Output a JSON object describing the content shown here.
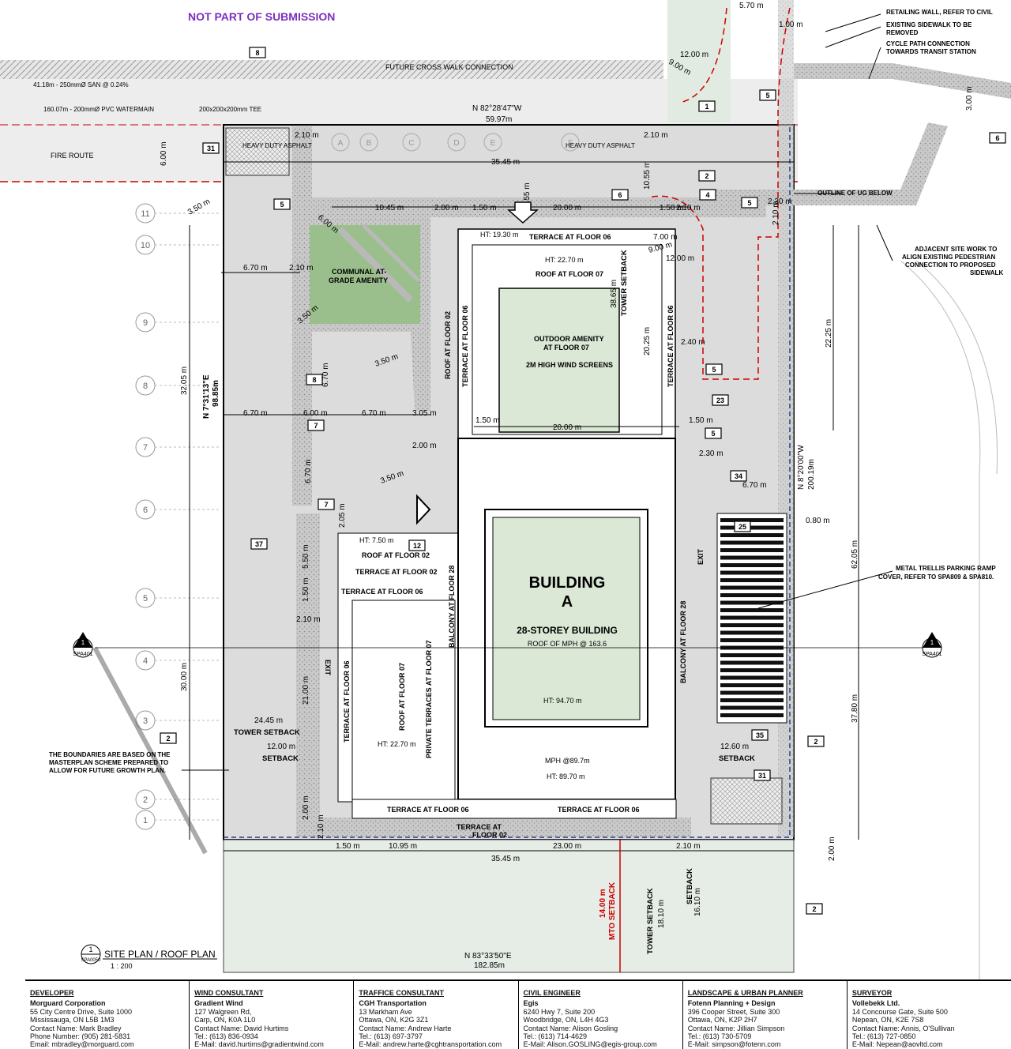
{
  "header_note": "NOT PART OF SUBMISSION",
  "building": {
    "name_line1": "BUILDING",
    "name_line2": "A",
    "storeys": "28-STOREY BUILDING",
    "roof_note": "ROOF OF MPH @ 163.6",
    "ht_mph": "HT: 94.70 m",
    "mph": "MPH @89.7m",
    "ht_89": "HT: 89.70 m"
  },
  "labels": {
    "future_crosswalk": "FUTURE CROSS WALK CONNECTION",
    "fire_route": "FIRE ROUTE",
    "heavy_duty_1": "HEAVY DUTY ASPHALT",
    "heavy_duty_2": "HEAVY DUTY ASPHALT",
    "bearing_top": "N 82°28'47\"W",
    "bearing_top_len": "59.97m",
    "bearing_left": "N 7°31'13\"E",
    "bearing_left_len": "98.85m",
    "bearing_right": "N 8°20'00\"W",
    "bearing_right_len": "200.19m",
    "bearing_bottom": "N 83°33'50\"E",
    "bearing_bottom_len": "182.85m",
    "communal_1": "COMMUNAL AT-",
    "communal_2": "GRADE AMENITY",
    "outdoor_1": "OUTDOOR AMENITY",
    "outdoor_2": "AT FLOOR 07",
    "wind_screens": "2M HIGH WIND SCREENS",
    "terrace_06_top": "TERRACE AT FLOOR 06",
    "roof_07_top": "ROOF AT FLOOR 07",
    "ht_1930": "HT: 19.30 m",
    "ht_2270": "HT: 22.70 m",
    "ht_2270_b": "HT: 22.70 m",
    "ht_750": "HT: 7.50 m",
    "roof_02": "ROOF AT FLOOR 02",
    "terrace_02": "TERRACE AT FLOOR 02",
    "terrace_06_mid": "TERRACE AT FLOOR 06",
    "roof_02_v": "ROOF AT FLOOR 02",
    "terrace_06_v": "TERRACE AT FLOOR 06",
    "terrace_06_right_v": "TERRACE AT FLOOR 06",
    "balcony_28_l": "BALCONY AT FLOOR 28",
    "balcony_28_r": "BALCONY AT FLOOR 28",
    "private_terraces": "PRIVATE TERRACES AT FLOOR 07",
    "roof_07_v": "ROOF AT FLOOR 07",
    "terrace_06_left_v": "TERRACE AT FLOOR 06",
    "terrace_06_b1": "TERRACE AT FLOOR 06",
    "terrace_06_b2": "TERRACE AT FLOOR 06",
    "terrace_02_b": "TERRACE AT",
    "terrace_02_b2": "FLOOR 02",
    "tower_setback_top": "TOWER SETBACK",
    "tower_setback_l": "TOWER SETBACK",
    "setback_l": "SETBACK",
    "setback_r": "SETBACK",
    "mto_setback": "MTO SETBACK",
    "mto_value": "14.00 m",
    "tower_setback_b": "TOWER SETBACK",
    "setback_b": "SETBACK",
    "retaining_wall": "RETAILING WALL, REFER TO CIVIL",
    "existing_sidewalk_1": "EXISTING SIDEWALK TO BE",
    "existing_sidewalk_2": "REMOVED",
    "cycle_path_1": "CYCLE PATH CONNECTION",
    "cycle_path_2": "TOWARDS TRANSIT STATION",
    "outline_ug": "OUTLINE OF UG BELOW",
    "adjacent_1": "ADJACENT SITE WORK TO",
    "adjacent_2": "ALIGN EXISTING PEDESTRIAN",
    "adjacent_3": "CONNECTION TO PROPOSED",
    "adjacent_4": "SIDEWALK",
    "trellis_1": "METAL TRELLIS PARKING RAMP",
    "trellis_2": "COVER, REFER TO SPA809 & SPA810.",
    "boundaries_1": "THE BOUNDARIES ARE BASED ON THE",
    "boundaries_2": "MASTERPLAN SCHEME PREPARED TO",
    "boundaries_3": "ALLOW FOR FUTURE GROWTH PLAN.",
    "exit_l": "EXIT",
    "exit_r": "EXIT",
    "watermain": "160.07m - 200mmØ PVC WATERMAIN",
    "san": "41.18m - 250mmØ SAN @ 0.24%",
    "tee": "200x200x200mm TEE",
    "title": "SITE PLAN / ROOF PLAN",
    "scale": "1 : 200",
    "title_num": "1",
    "title_ref": "SPA0050",
    "section_ref": "SPA401",
    "section_num": "1"
  },
  "dimensions": {
    "d_570": "5.70 m",
    "d_100": "1.00 m",
    "d_1200a": "12.00 m",
    "d_900a": "9.00 m",
    "d_300": "3.00 m",
    "d_3545_top": "35.45 m",
    "d_210a": "2.10 m",
    "d_210b": "2.10 m",
    "d_600": "6.00 m",
    "d_1045": "10.45 m",
    "d_200a": "2.00 m",
    "d_150a": "1.50 m",
    "d_455": "4.55 m",
    "d_2000a": "20.00 m",
    "d_150b": "1.50 m",
    "d_210c": "2.10 m",
    "d_1055": "10.55 m",
    "d_230a": "2.30 m",
    "d_210d": "2.10 m",
    "d_350a": "3.50 m",
    "d_600b": "6.00 m",
    "d_700": "7.00 m",
    "d_900b": "9.00 m",
    "d_1200b": "12.00 m",
    "d_670a": "6.70 m",
    "d_210e": "2.10 m",
    "d_3865": "38.65 m",
    "d_2025": "20.25 m",
    "d_240": "2.40 m",
    "d_350b": "3.50 m",
    "d_350c": "3.50 m",
    "d_670b": "6.70 m",
    "d_3205": "32.05 m",
    "d_670c": "6.70 m",
    "d_600c": "6.00 m",
    "d_670d": "6.70 m",
    "d_305": "3.05 m",
    "d_150c": "1.50 m",
    "d_2000b": "20.00 m",
    "d_150d": "1.50 m",
    "d_200b": "2.00 m",
    "d_230b": "2.30 m",
    "d_670e": "6.70 m",
    "d_080": "0.80 m",
    "d_670f": "6.70 m",
    "d_350d": "3.50 m",
    "d_205": "2.05 m",
    "d_550": "5.50 m",
    "d_150e": "1.50 m",
    "d_210f": "2.10 m",
    "d_2100": "21.00 m",
    "d_3000": "30.00 m",
    "d_2445": "24.45 m",
    "d_1200c": "12.00 m",
    "d_200c": "2.00 m",
    "d_210g": "2.10 m",
    "d_1260": "12.60 m",
    "d_2225": "22.25 m",
    "d_6205": "62.05 m",
    "d_3780": "37.80 m",
    "d_200d": "2.00 m",
    "d_150f": "1.50 m",
    "d_1095": "10.95 m",
    "d_3545b": "35.45 m",
    "d_2300": "23.00 m",
    "d_210h": "2.10 m",
    "d_1610": "16.10 m",
    "d_1810": "18.10 m"
  },
  "tags": {
    "t8": "8",
    "t1": "1",
    "t5a": "5",
    "t6": "6",
    "t31a": "31",
    "t5b": "5",
    "t2a": "2",
    "t6b": "6",
    "t4": "4",
    "t5c": "5",
    "t5d": "5",
    "t8b": "8",
    "t7a": "7",
    "t23": "23",
    "t5e": "5",
    "t34": "34",
    "t7b": "7",
    "t12": "12",
    "t37": "37",
    "t35": "35",
    "t2b": "2",
    "t2c": "2",
    "t31b": "31",
    "t2d": "2",
    "t25": "25"
  },
  "grid": {
    "cols": [
      "A",
      "B",
      "C",
      "D",
      "E",
      "F"
    ],
    "rows": [
      "11",
      "10",
      "9",
      "8",
      "7",
      "6",
      "5",
      "4",
      "3",
      "2",
      "1"
    ]
  },
  "footer": [
    {
      "role": "DEVELOPER",
      "name": "Morguard Corporation",
      "lines": [
        "55 City Centre Drive, Suite 1000",
        "Mississauga, ON L5B 1M3",
        "Contact Name: Mark Bradley",
        "Phone Number: (905) 281-5831",
        "Email: mbradley@morguard.com"
      ]
    },
    {
      "role": "WIND CONSULTANT",
      "name": "Gradient Wind",
      "lines": [
        "127 Walgreen Rd,",
        "Carp, ON, K0A 1L0",
        "Contact Name: David Hurtims",
        "Tel.: (613) 836-0934",
        "E-Mail: david.hurtims@gradientwind.com"
      ]
    },
    {
      "role": "TRAFFICE CONSULTANT",
      "name": "CGH Transportation",
      "lines": [
        "13 Markham Ave",
        "Ottawa, ON, K2G 3Z1",
        "Contact Name: Andrew Harte",
        "Tel.: (613) 697-3797",
        "E-Mail: andrew.harte@cghtransportation.com"
      ]
    },
    {
      "role": "CIVIL ENGINEER",
      "name": "Egis",
      "lines": [
        "6240 Hwy 7, Suite 200",
        "Woodbridge, ON, L4H 4G3",
        "Contact Name: Alison Gosling",
        "Tel.: (613) 714-4629",
        "E-Mail: Alison.GOSLING@egis-group.com"
      ]
    },
    {
      "role": "LANDSCAPE & URBAN PLANNER",
      "name": "Fotenn Planning + Design",
      "lines": [
        "396 Cooper Street, Suite 300",
        "Ottawa, ON, K2P 2H7",
        "Contact Name: Jillian Simpson",
        "Tel.: (613) 730-5709",
        "E-Mail: simpson@fotenn.com"
      ]
    },
    {
      "role": "SURVEYOR",
      "name": "Vollebekk Ltd.",
      "lines": [
        "14 Concourse Gate, Suite 500",
        "Nepean, ON, K2E 7S8",
        "Contact Name: Annis, O'Sullivan",
        "Tel.: (613) 727-0850",
        "E-Mail: Nepean@aovltd.com"
      ]
    }
  ]
}
